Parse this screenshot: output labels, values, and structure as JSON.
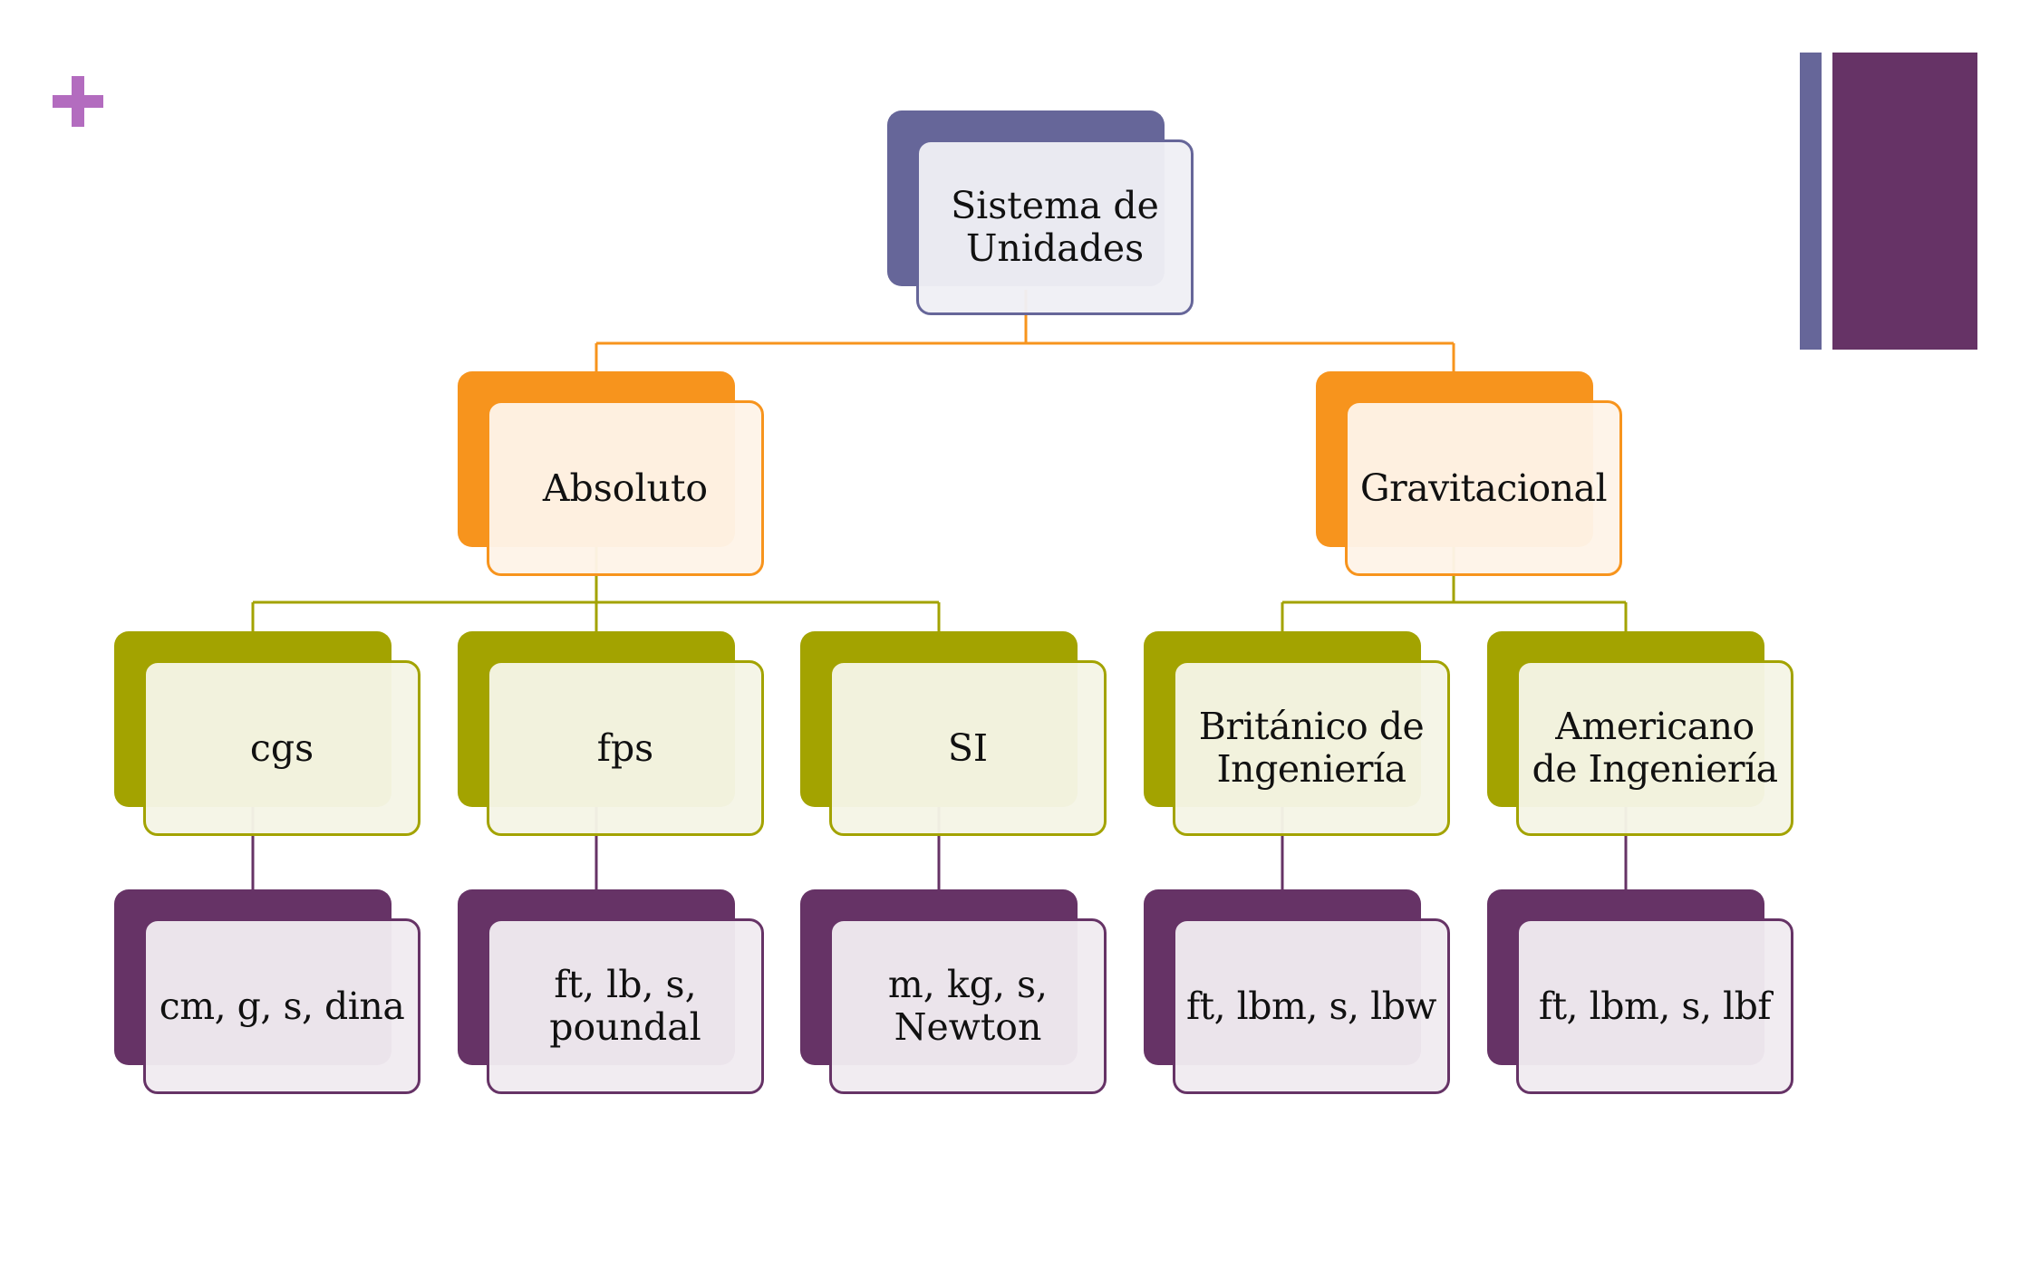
{
  "colors": {
    "root": "#666699",
    "level1": "#f7941d",
    "level2": "#a3a300",
    "level3": "#663366",
    "accent_plus": "#b36cbf",
    "deco_bar_left": "#666699",
    "deco_bar_right": "#663366"
  },
  "tree": {
    "root": {
      "label": "Sistema de Unidades"
    },
    "absoluto": {
      "label": "Absoluto"
    },
    "gravitacional": {
      "label": "Gravitacional"
    },
    "cgs": {
      "label": "cgs"
    },
    "fps": {
      "label": "fps"
    },
    "si": {
      "label": "SI"
    },
    "britanico": {
      "label": "Británico de Ingeniería"
    },
    "americano": {
      "label": "Americano de Ingeniería"
    },
    "cgs_units": {
      "label": "cm, g, s, dina"
    },
    "fps_units": {
      "label": "ft, lb, s, poundal"
    },
    "si_units": {
      "label": "m, kg, s, Newton"
    },
    "britanico_units": {
      "label": "ft, lbm, s, lbw"
    },
    "americano_units": {
      "label": "ft, lbm, s, lbf"
    }
  }
}
